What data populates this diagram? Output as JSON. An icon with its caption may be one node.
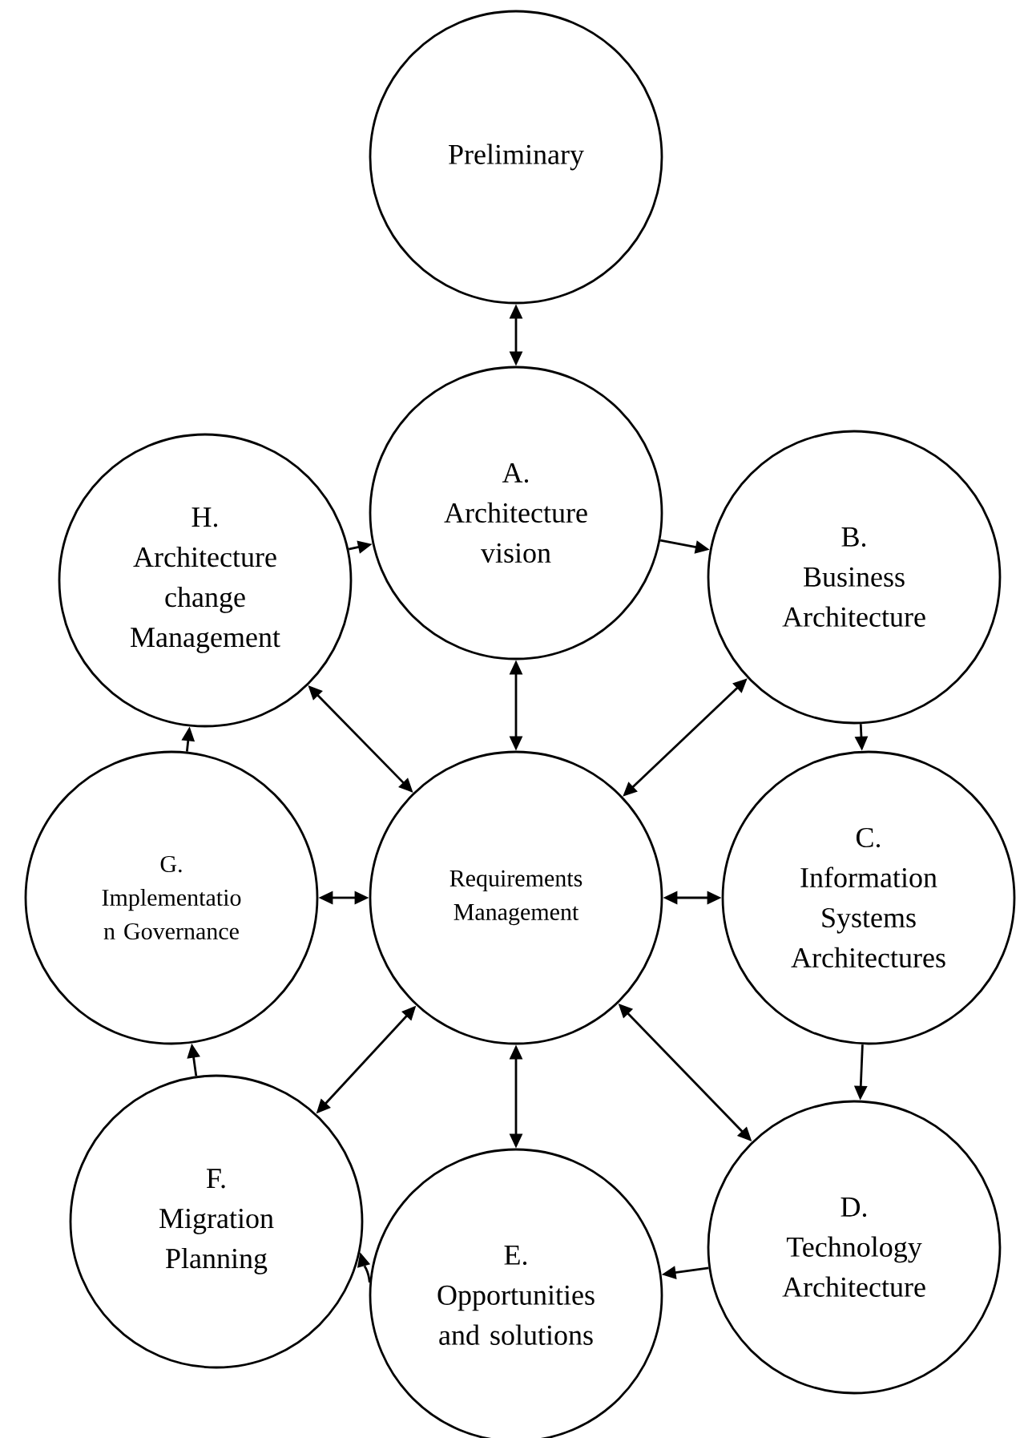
{
  "diagram": {
    "nodes": [
      {
        "text": [
          "Preliminary"
        ]
      },
      {
        "text": [
          "A.",
          "Architecture vision"
        ]
      },
      {
        "text": [
          "H.",
          "Architecture change Management"
        ]
      },
      {
        "text": [
          "B.",
          "Business Architecture"
        ]
      },
      {
        "text": [
          "Requirements Management"
        ]
      },
      {
        "text": [
          "G.",
          "Implementatio n Governance"
        ]
      },
      {
        "text": [
          "C.",
          "Information Systems Architectures"
        ]
      },
      {
        "text": [
          "F.",
          "Migration Planning"
        ]
      },
      {
        "text": [
          "D.",
          "Technology Architecture"
        ]
      },
      {
        "text": [
          "E.",
          "Opportunities and solutions"
        ]
      }
    ],
    "edges": [
      {
        "from": 0,
        "to": 1,
        "arrow": "both"
      },
      {
        "from": 2,
        "to": 1,
        "arrow": "to"
      },
      {
        "from": 1,
        "to": 3,
        "arrow": "to"
      },
      {
        "from": 1,
        "to": 4,
        "arrow": "both"
      },
      {
        "from": 2,
        "to": 4,
        "arrow": "both"
      },
      {
        "from": 3,
        "to": 4,
        "arrow": "both"
      },
      {
        "from": 3,
        "to": 6,
        "arrow": "to"
      },
      {
        "from": 5,
        "to": 4,
        "arrow": "both"
      },
      {
        "from": 4,
        "to": 6,
        "arrow": "both"
      },
      {
        "from": 6,
        "to": 8,
        "arrow": "to"
      },
      {
        "from": 4,
        "to": 8,
        "arrow": "both"
      },
      {
        "from": 4,
        "to": 9,
        "arrow": "both"
      },
      {
        "from": 4,
        "to": 7,
        "arrow": "both"
      },
      {
        "from": 8,
        "to": 9,
        "arrow": "to"
      },
      {
        "from": 9,
        "to": 7,
        "arrow": "to"
      },
      {
        "from": 7,
        "to": 5,
        "arrow": "to"
      },
      {
        "from": 5,
        "to": 2,
        "arrow": "to"
      }
    ]
  }
}
